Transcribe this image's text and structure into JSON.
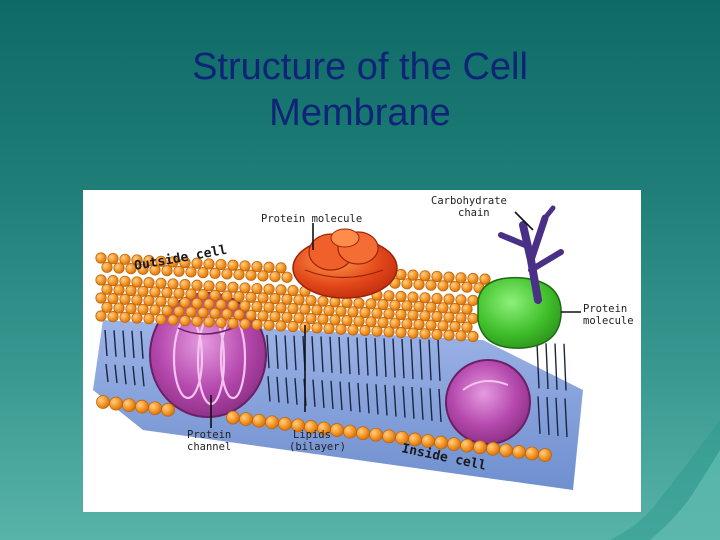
{
  "slide": {
    "title_line1": "Structure of the Cell",
    "title_line2": "Membrane"
  },
  "diagram": {
    "labels": {
      "protein_molecule_top": "Protein molecule",
      "carbohydrate_line1": "Carbohydrate",
      "carbohydrate_line2": "chain",
      "outside_cell": "Outside cell",
      "protein_right_line1": "Protein",
      "protein_right_line2": "molecule",
      "protein_channel_line1": "Protein",
      "protein_channel_line2": "channel",
      "lipids_line1": "Lipids",
      "lipids_line2": "(bilayer)",
      "inside_cell": "Inside cell"
    },
    "colors": {
      "background": "#1f7e78",
      "title": "#0f2377",
      "lipid_head": "#f59a2a",
      "lipid_head_edge": "#c4650a",
      "protein_red": "#e2461a",
      "protein_green": "#3fbf2a",
      "channel_purple": "#a23d9b",
      "carbohydrate": "#4a2f86",
      "tail_blue": "#7f9bd6"
    }
  }
}
